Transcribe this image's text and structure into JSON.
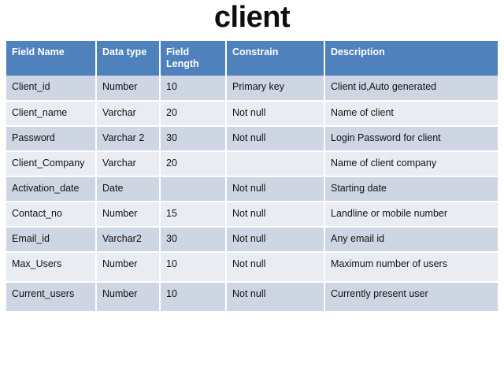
{
  "slide": {
    "title": "client",
    "accent_color": "#4f81bd",
    "row_band_dark": "#ced5e3",
    "row_band_light": "#e9ecf3",
    "text_color": "#131313"
  },
  "table": {
    "headers": [
      "Field Name",
      "Data type",
      "Field Length",
      "Constrain",
      "Description"
    ],
    "rows": [
      {
        "field_name": "Client_id",
        "data_type": "Number",
        "field_length": "10",
        "constrain": "Primary key",
        "description": "Client id,Auto generated"
      },
      {
        "field_name": "Client_name",
        "data_type": "Varchar",
        "field_length": "20",
        "constrain": "Not null",
        "description": "Name of client"
      },
      {
        "field_name": "Password",
        "data_type": "Varchar 2",
        "field_length": "30",
        "constrain": "Not null",
        "description": "Login Password for client"
      },
      {
        "field_name": "Client_Company",
        "data_type": "Varchar",
        "field_length": "20",
        "constrain": "",
        "description": "Name of client company"
      },
      {
        "field_name": "Activation_date",
        "data_type": "Date",
        "field_length": "",
        "constrain": "Not null",
        "description": "Starting date"
      },
      {
        "field_name": "Contact_no",
        "data_type": "Number",
        "field_length": "15",
        "constrain": "Not null",
        "description": "Landline or mobile number"
      },
      {
        "field_name": "Email_id",
        "data_type": "Varchar2",
        "field_length": "30",
        "constrain": "Not null",
        "description": "Any email id"
      },
      {
        "field_name": "Max_Users",
        "data_type": "Number",
        "field_length": "10",
        "constrain": "Not null",
        "description": "Maximum number of users"
      },
      {
        "field_name": "Current_users",
        "data_type": "Number",
        "field_length": "10",
        "constrain": "Not null",
        "description": "Currently present user"
      }
    ]
  }
}
